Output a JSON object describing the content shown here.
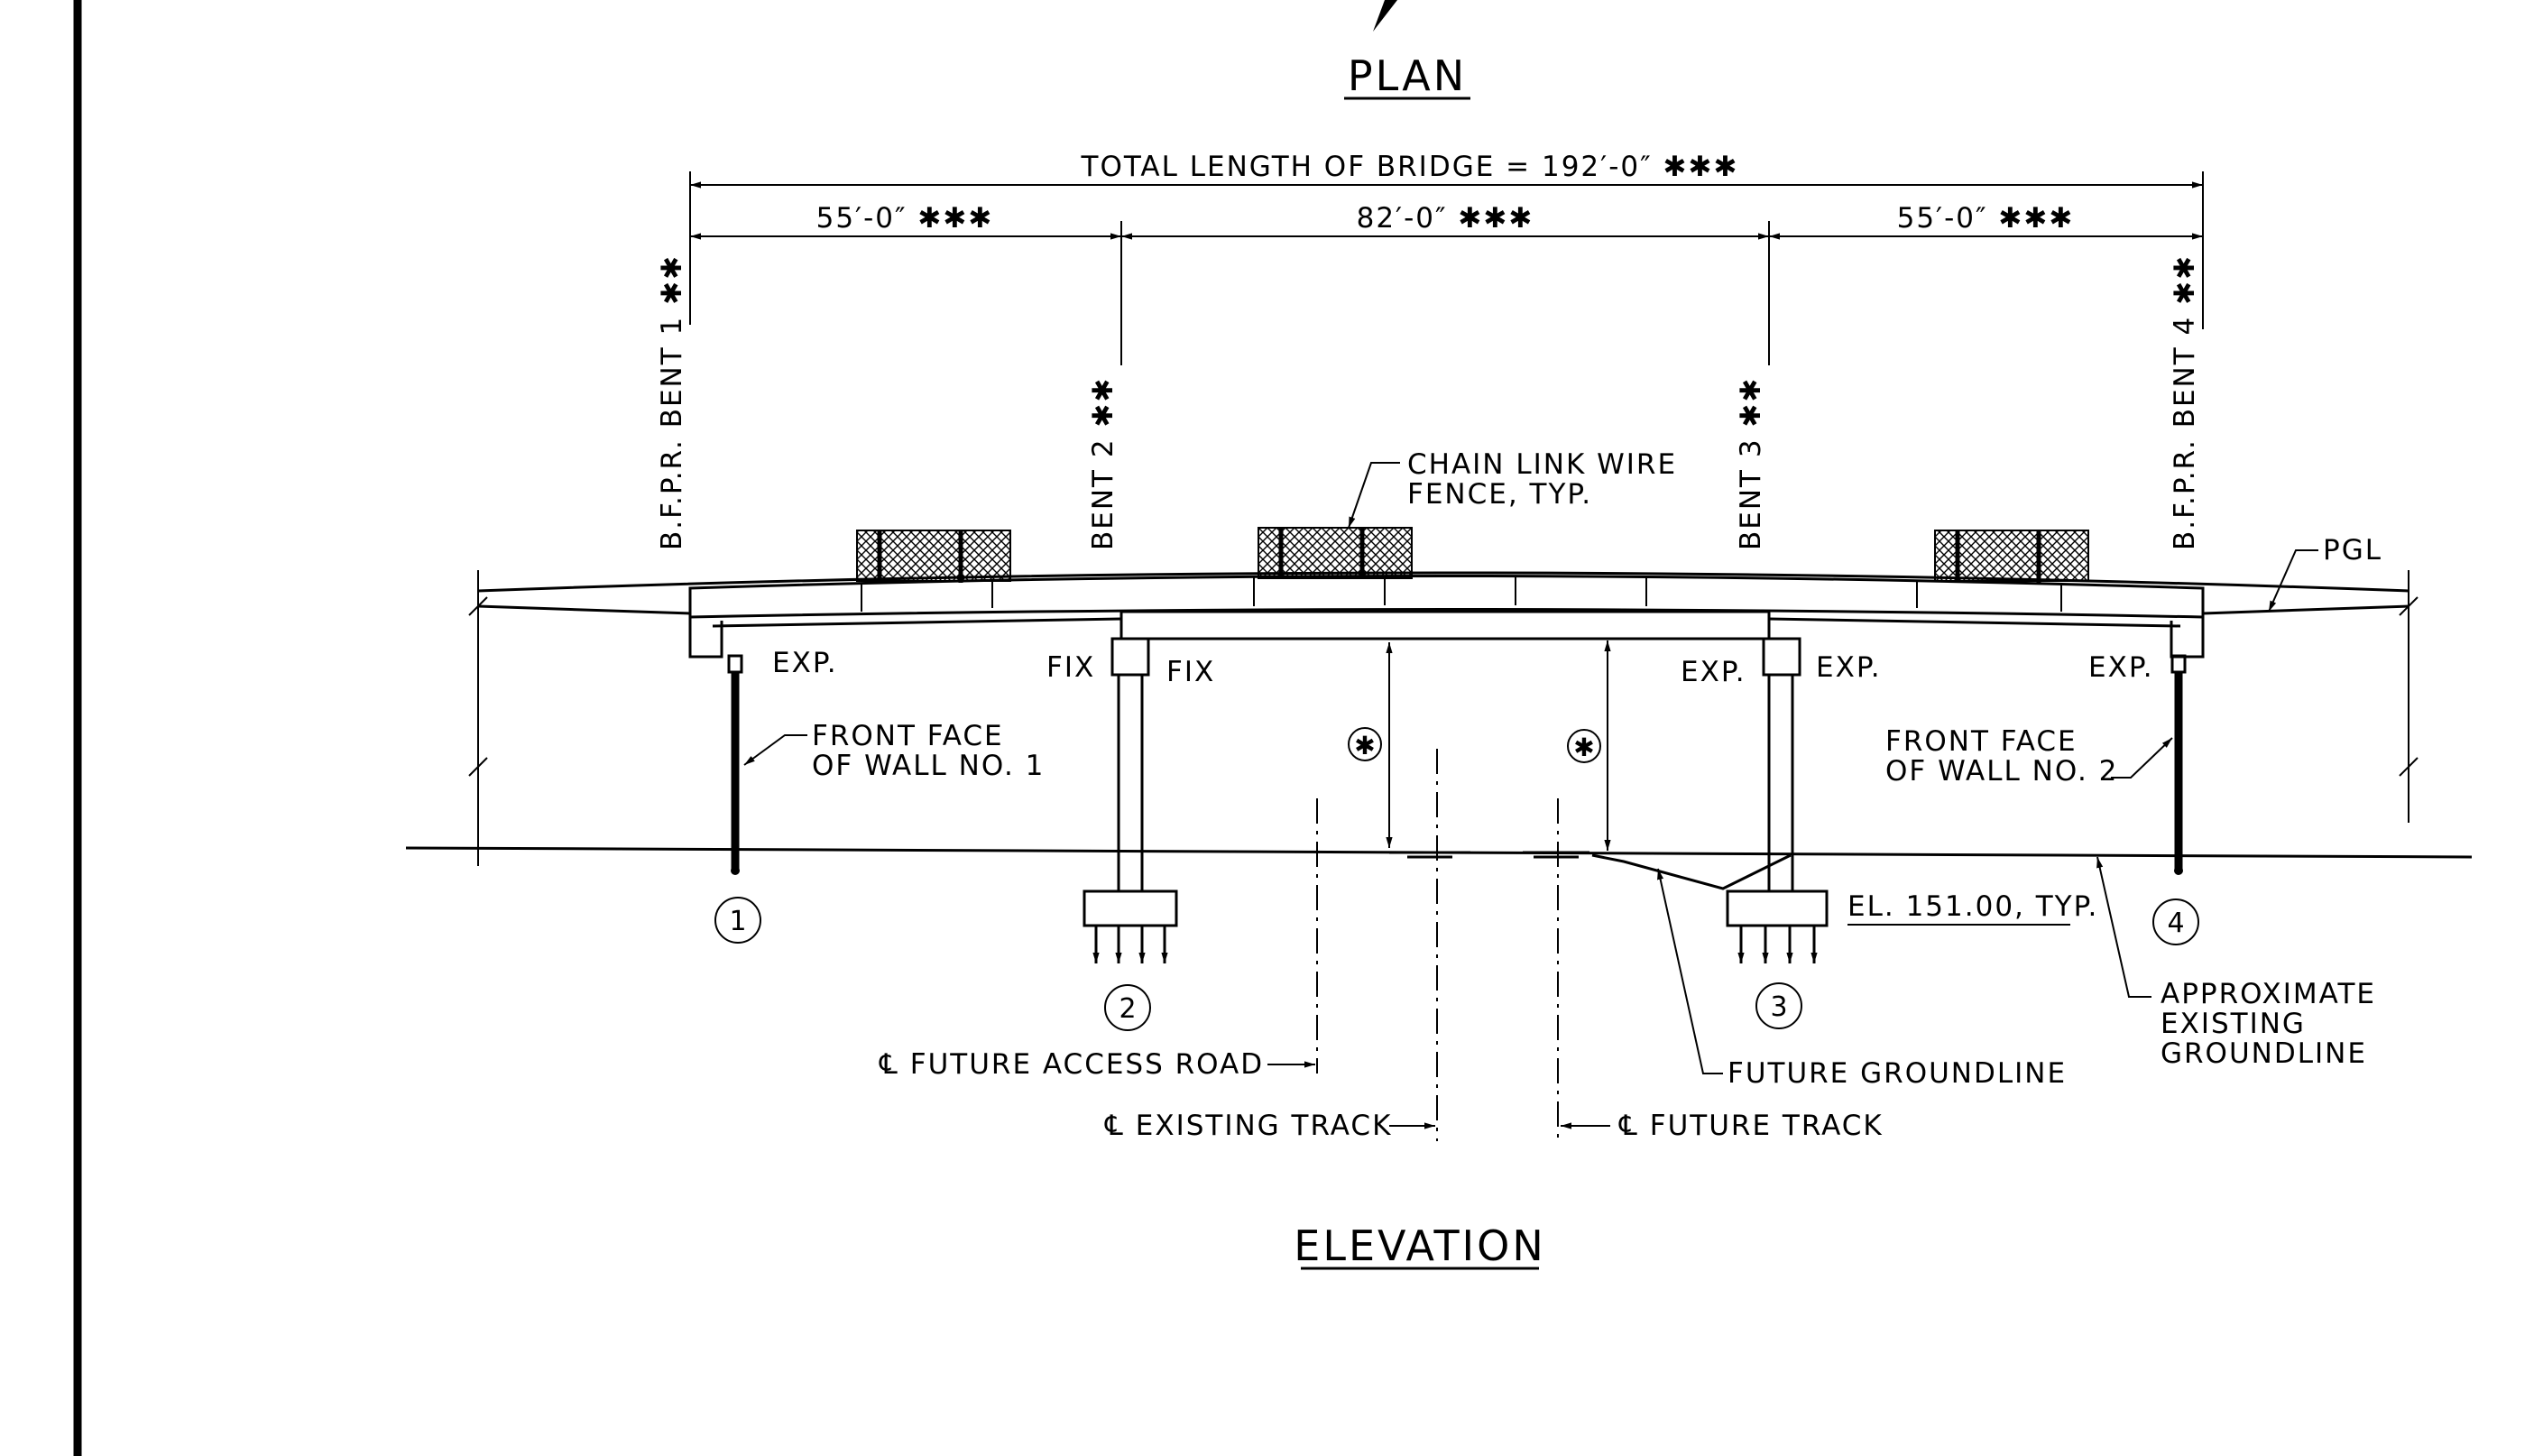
{
  "titles": {
    "plan": "PLAN",
    "elevation": "ELEVATION"
  },
  "dimensions": {
    "total_length": "TOTAL LENGTH OF BRIDGE = 192′-0″ ✱✱✱",
    "span_1": "55′-0″ ✱✱✱",
    "span_2": "82′-0″ ✱✱✱",
    "span_3": "55′-0″ ✱✱✱"
  },
  "bents": {
    "bent_1": "B.F.P.R. BENT 1 ✱✱",
    "bent_2": "BENT 2 ✱✱",
    "bent_3": "BENT 3 ✱✱",
    "bent_4": "B.F.P.R. BENT 4 ✱✱"
  },
  "bearings": {
    "exp_1": "EXP.",
    "fix_2_left": "FIX",
    "fix_2_right": "FIX",
    "exp_3_left": "EXP.",
    "exp_3_right": "EXP.",
    "exp_4": "EXP."
  },
  "labels": {
    "fence_line1": "CHAIN LINK WIRE",
    "fence_line2": "FENCE, TYP.",
    "pgl": "PGL",
    "wall1_line1": "FRONT FACE",
    "wall1_line2": "OF WALL NO. 1",
    "wall2_line1": "FRONT FACE",
    "wall2_line2": "OF WALL NO. 2",
    "elevation_typ": "EL. 151.00, TYP.",
    "existing_ground_line1": "APPROXIMATE",
    "existing_ground_line2": "EXISTING",
    "existing_ground_line3": "GROUNDLINE",
    "future_groundline": "FUTURE GROUNDLINE",
    "future_access_road": "℄ FUTURE ACCESS ROAD",
    "existing_track": "℄ EXISTING TRACK",
    "future_track": "℄ FUTURE TRACK",
    "clearance_marker": "✱"
  },
  "bent_numbers": [
    "1",
    "2",
    "3",
    "4"
  ]
}
